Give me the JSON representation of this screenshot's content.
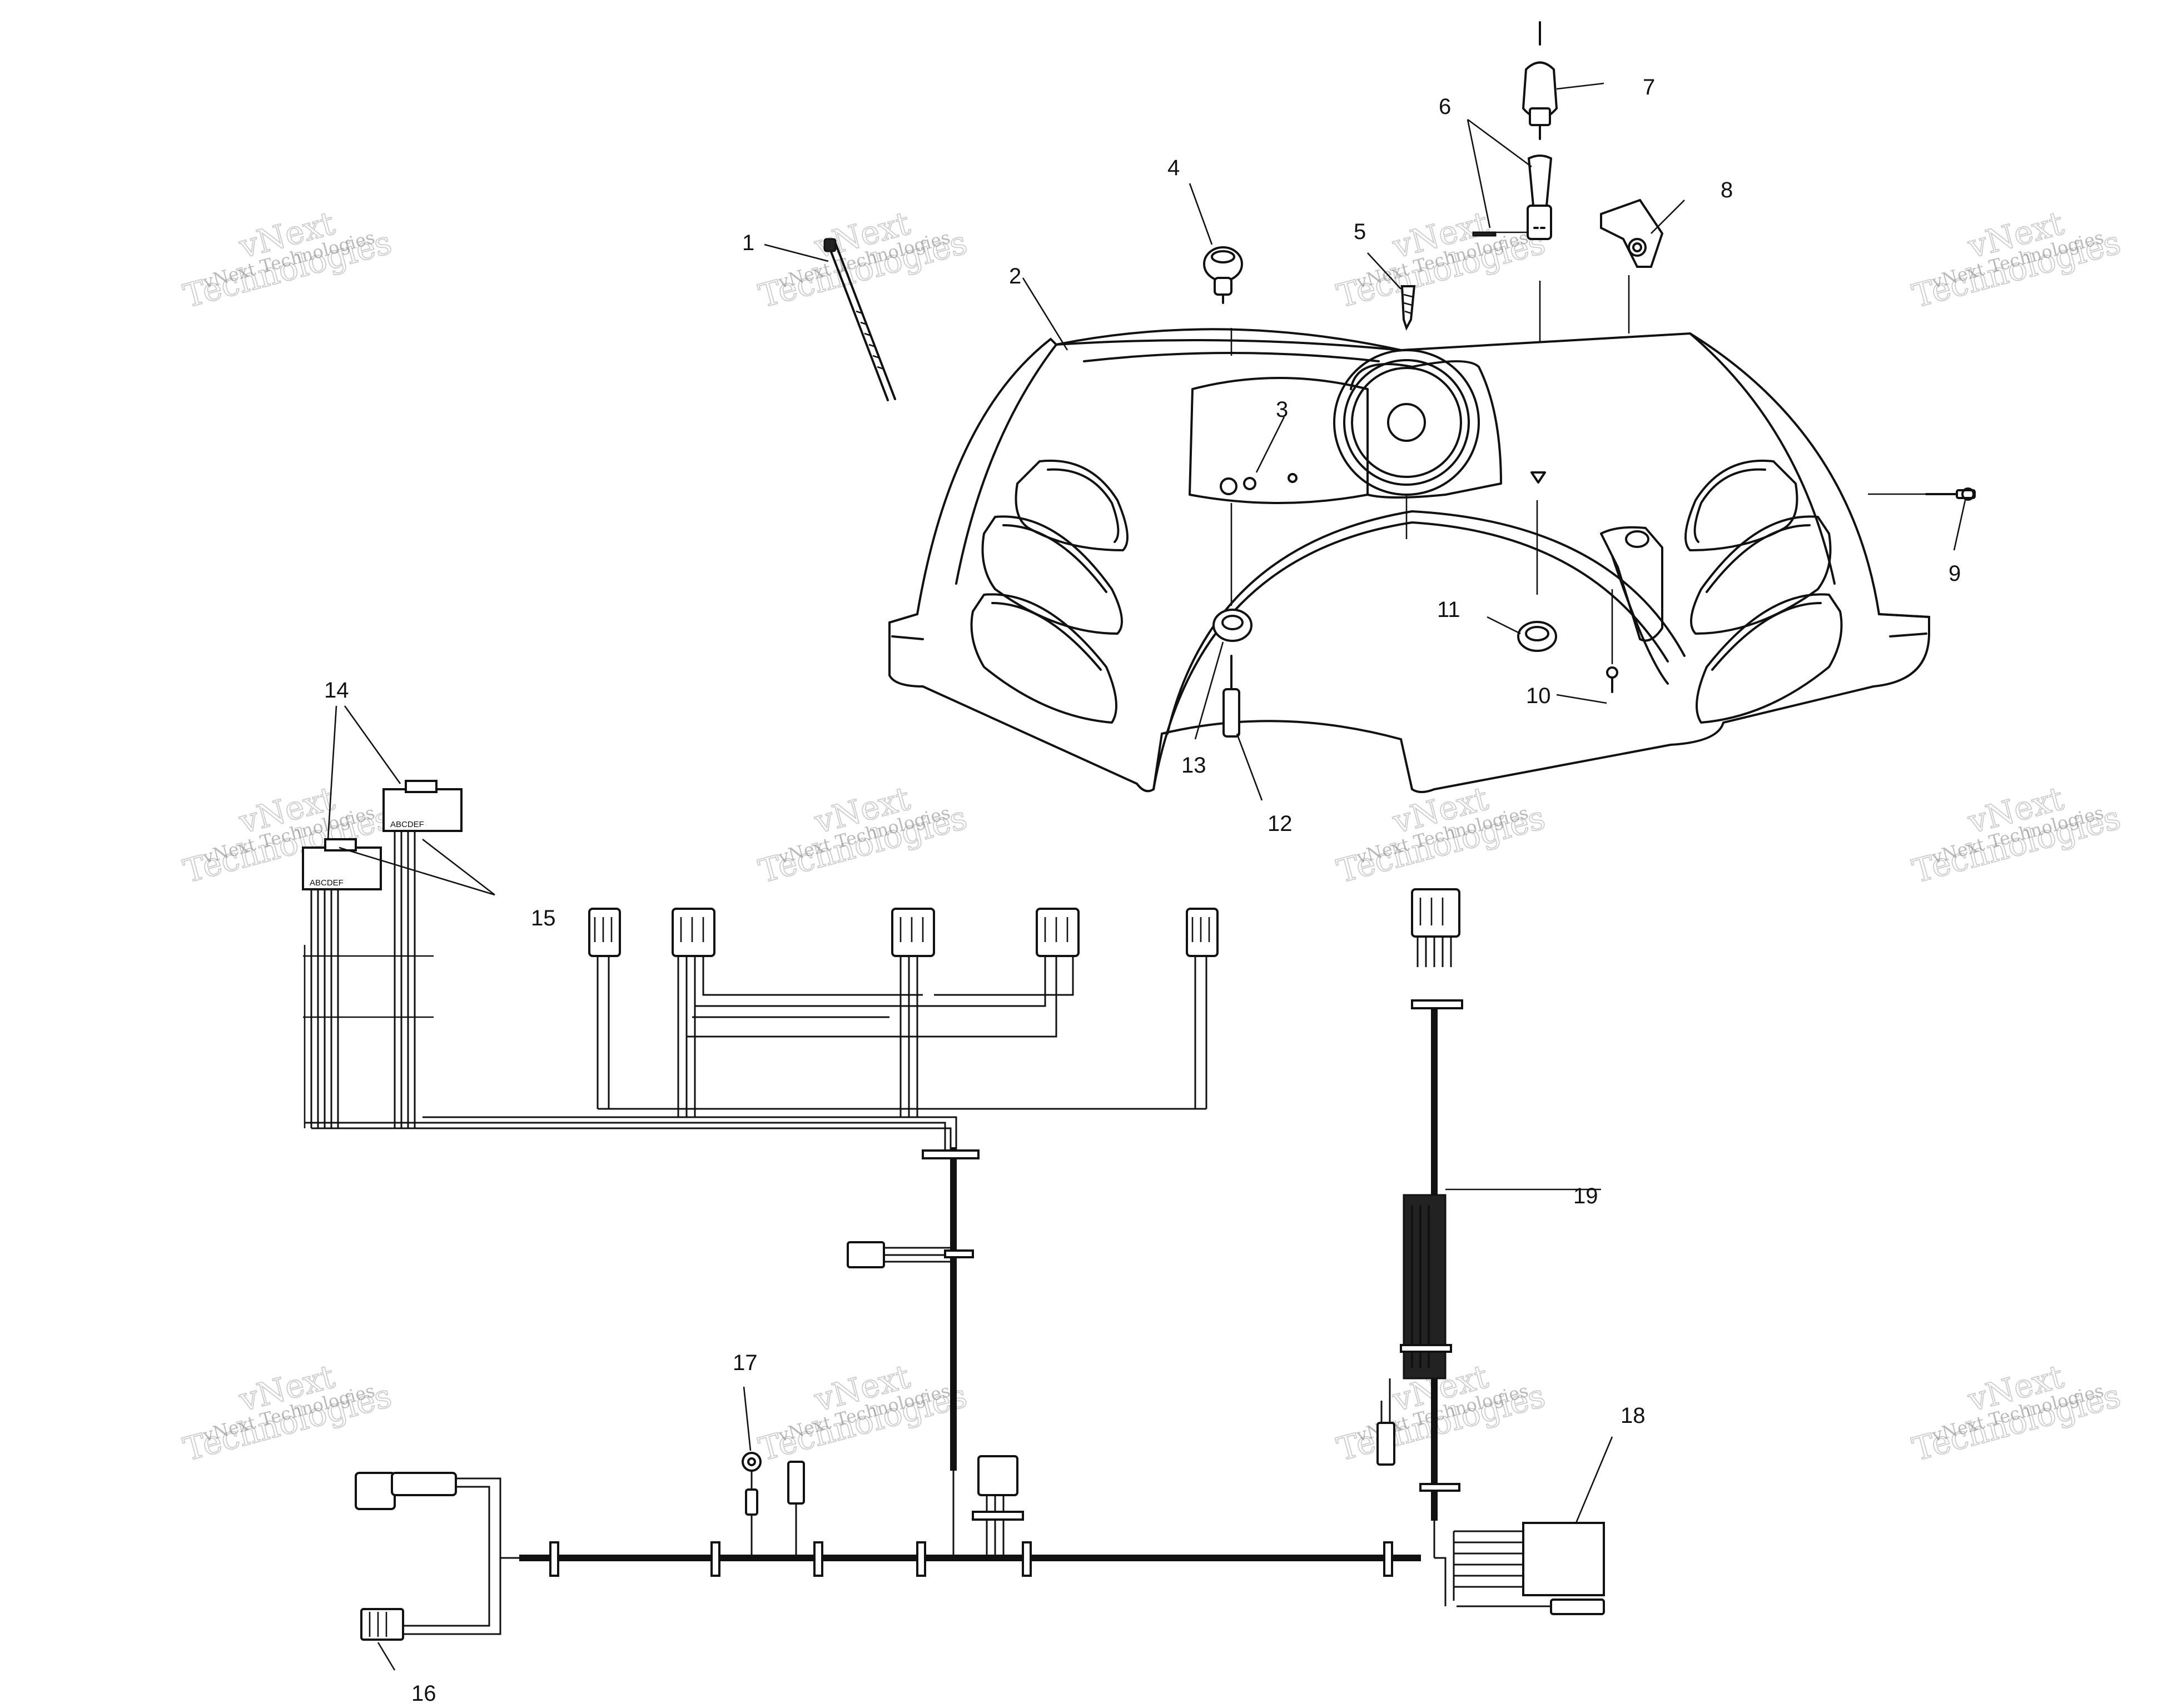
{
  "diagram": {
    "callouts": [
      "1",
      "2",
      "3",
      "4",
      "5",
      "6",
      "7",
      "8",
      "9",
      "10",
      "11",
      "12",
      "13",
      "14",
      "15",
      "16",
      "17",
      "18",
      "19"
    ],
    "watermark": {
      "line1": "vNext Technologies",
      "line2": "vNext",
      "line3": "Technologies"
    },
    "connector_14_labels": [
      "ABCDEF",
      "ABCDEF"
    ]
  }
}
